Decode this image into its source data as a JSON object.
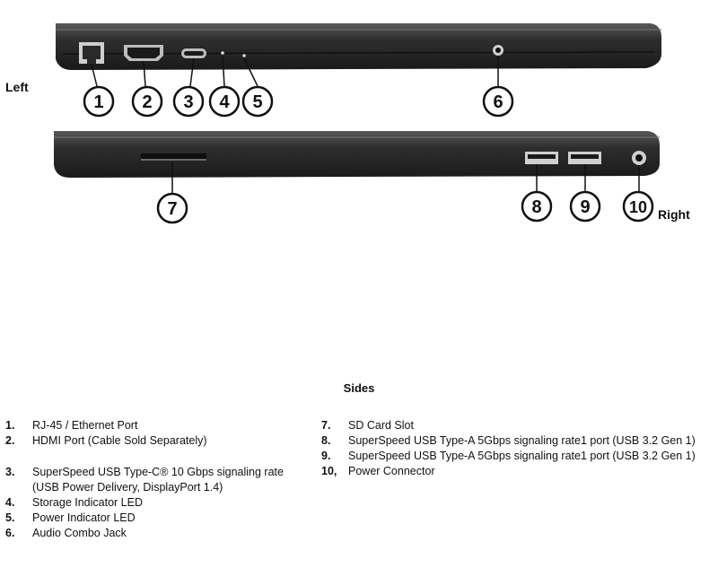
{
  "labels": {
    "left": "Left",
    "right": "Right",
    "sides": "Sides"
  },
  "callouts": [
    "1",
    "2",
    "3",
    "4",
    "5",
    "6",
    "7",
    "8",
    "9",
    "10"
  ],
  "legend_left": [
    {
      "num": "1.",
      "text": "RJ-45 / Ethernet Port"
    },
    {
      "num": "2.",
      "text": "HDMI Port (Cable Sold Separately)"
    },
    {
      "num": "3.",
      "text": "SuperSpeed USB Type-C® 10 Gbps signaling rate (USB Power Delivery, DisplayPort 1.4)"
    },
    {
      "num": "4.",
      "text": "Storage Indicator LED"
    },
    {
      "num": "5.",
      "text": "Power Indicator LED"
    },
    {
      "num": "6.",
      "text": "Audio Combo Jack"
    }
  ],
  "legend_right": [
    {
      "num": "7.",
      "text": "SD Card Slot"
    },
    {
      "num": "8.",
      "text": "SuperSpeed USB Type-A 5Gbps signaling rate1 port (USB 3.2 Gen 1)"
    },
    {
      "num": "9.",
      "text": "SuperSpeed USB Type-A 5Gbps signaling rate1 port (USB 3.2 Gen 1)"
    },
    {
      "num": "10,",
      "text": "Power Connector"
    }
  ]
}
